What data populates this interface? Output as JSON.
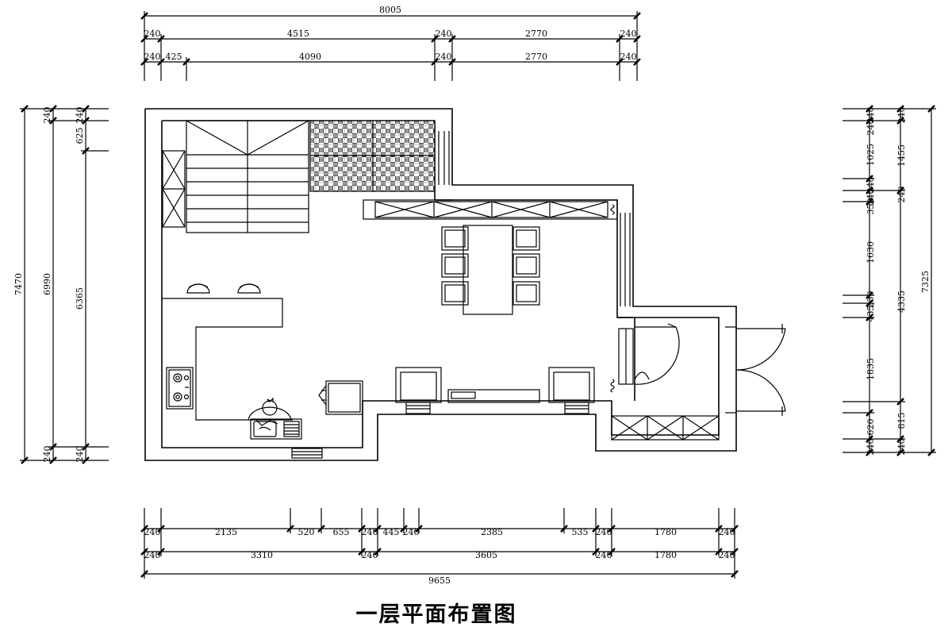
{
  "title": "一层平面布置图",
  "dimensions": {
    "top_total": [
      "8005"
    ],
    "top_row1": [
      "240",
      "4515",
      "240",
      "2770",
      "240"
    ],
    "top_row2": [
      "240",
      "425",
      "4090",
      "240",
      "2770",
      "240"
    ],
    "bottom_row1": [
      "240",
      "2135",
      "520",
      "655",
      "240",
      "445",
      "240",
      "2385",
      "535",
      "240",
      "1780",
      "240"
    ],
    "bottom_row2": [
      "240",
      "3310",
      "240",
      "3605",
      "240",
      "1780",
      "240"
    ],
    "bottom_total": [
      "9655"
    ],
    "left_total": [
      "7470"
    ],
    "left_row1": [
      "240",
      "6990",
      "240"
    ],
    "left_row2": [
      "240",
      "625",
      "6365",
      "240"
    ],
    "right_total": [
      "7325"
    ],
    "right_row1": [
      "240",
      "240",
      "1025",
      "240",
      "350",
      "240",
      "1630",
      "230",
      "435",
      "1835",
      "620",
      "240"
    ],
    "right_row2": [
      "240",
      "1455",
      "240",
      "4335",
      "815",
      "240"
    ]
  },
  "colors": {
    "line": "#000000",
    "background": "#ffffff",
    "tile": "#555555"
  }
}
